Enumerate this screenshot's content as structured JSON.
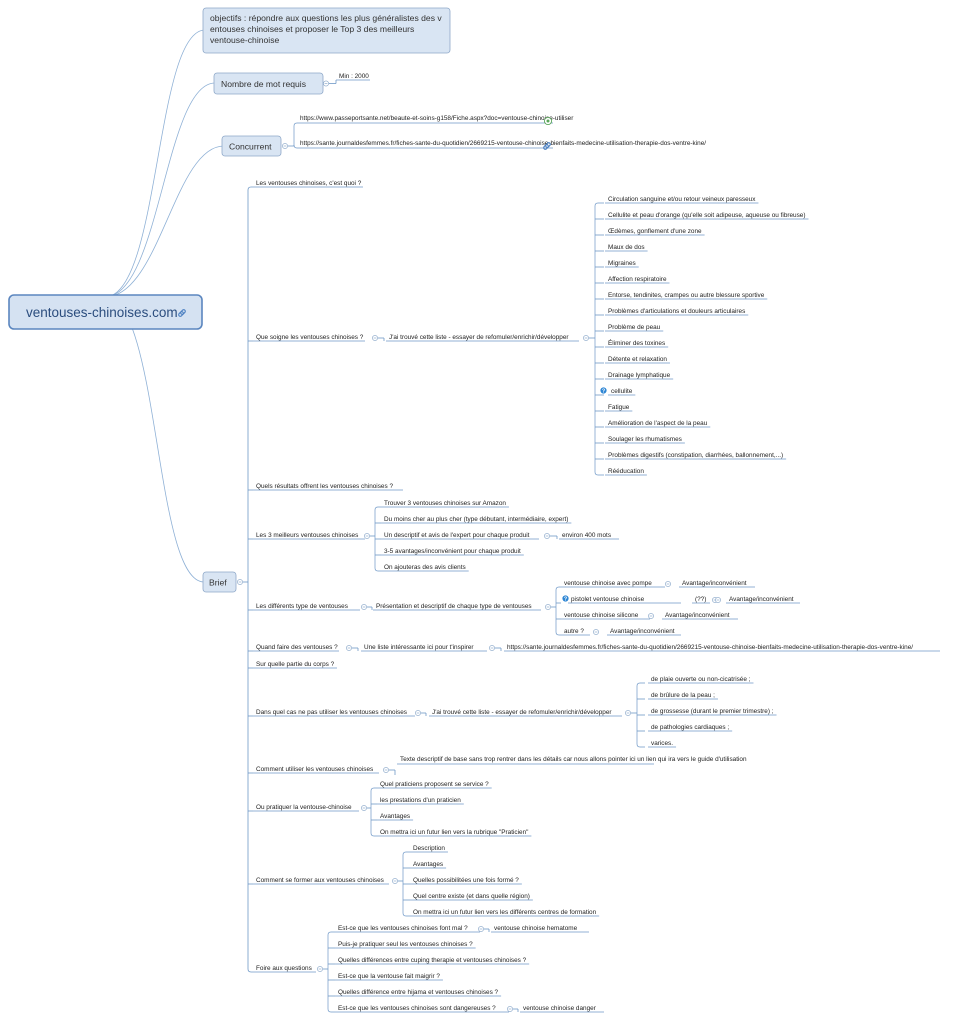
{
  "root": {
    "title": "ventouses-chinoises.com",
    "link_icon": "link-icon"
  },
  "objectifs": "objectifs : répondre aux questions les plus généralistes des ventouses chinoises et proposer le Top 3 des meilleurs ventouse-chinoise",
  "nombre_mots": {
    "label": "Nombre de mot requis",
    "value": "Min : 2000"
  },
  "concurrent": {
    "label": "Concurrent",
    "urls": [
      "https://www.passeportsante.net/beaute-et-soins-g158/Fiche.aspx?doc=ventouse-chinoise-utiliser",
      "https://sante.journaldesfemmes.fr/fiches-sante-du-quotidien/2669215-ventouse-chinoise-bienfaits-medecine-utilisation-therapie-dos-ventre-kine/"
    ]
  },
  "brief": {
    "label": "Brief",
    "items": {
      "quoi": "Les ventouses chinoises, c'est quoi ?",
      "soigne": "Que soigne les ventouses chinoises ?",
      "soigne_note": "J'ai trouvé cette liste - essayer de refomuler/enrichir/développer",
      "soigne_list": [
        "Circulation sanguine et/ou retour veineux paresseux",
        "Cellulite et peau d'orange (qu'elle soit adipeuse, aqueuse ou fibreuse)",
        "Œdèmes, gonflement d'une zone",
        "Maux de dos",
        "Migraines",
        "Affection respiratoire",
        "Entorse, tendinites, crampes ou autre blessure sportive",
        "Problèmes d'articulations et douleurs articulaires",
        "Problème de peau",
        "Éliminer des toxines",
        "Détente et relaxation",
        "Drainage lymphatique",
        "cellulite",
        "Fatigue",
        "Amélioration de l'aspect de la peau",
        "Soulager les rhumatismes",
        "Problèmes digestifs (constipation, diarrhées, ballonnement,...)",
        "Rééducation"
      ],
      "resultats": "Quels résultats offrent les ventouses chinoises ?",
      "meilleurs": "Les 3 meilleurs ventouses chinoises",
      "meilleurs_list": [
        "Trouver 3 ventouses chinoises sur Amazon",
        "Du moins cher au plus cher (type débutant, intermédiaire, expert)",
        "Un descriptif et avis de l'expert pour chaque produit",
        "3-5 avantages/inconvénient pour chaque produit",
        "On ajouteras des avis clients"
      ],
      "meilleurs_words": "environ 400 mots",
      "types": "Les différents type de ventouses",
      "types_note": "Présentation et descriptif de chaque type de ventouses",
      "types_list": [
        "ventouse chinoise avec pompe",
        "pistolet ventouse chinoise",
        "ventouse chinoise silicone",
        "autre ?"
      ],
      "types_qq": "(??)",
      "avantage": "Avantage/inconvénient",
      "quand": "Quand faire des ventouses ?",
      "quand_note": "Une liste intéressante ici pour t'inspirer",
      "quand_url": "https://sante.journaldesfemmes.fr/fiches-sante-du-quotidien/2669215-ventouse-chinoise-bienfaits-medecine-utilisation-therapie-dos-ventre-kine/",
      "corps": "Sur quelle partie du corps ?",
      "pas": "Dans quel cas ne pas utiliser les ventouses chinoises",
      "pas_note": "J'ai trouvé cette liste - essayer de refomuler/enrichir/développer",
      "pas_list": [
        "de plaie ouverte ou non-cicatrisée ;",
        "de brûlure de la peau ;",
        "de grossesse (durant le premier trimestre) ;",
        "de pathologies cardiaques ;",
        "varices."
      ],
      "utiliser": "Comment utiliser les ventouses chinoises",
      "utiliser_note": "Texte descriptif de base sans trop rentrer dans les détails car nous allons pointer ici un lien qui ira vers le guide d'utilisation",
      "pratiquer": "Ou pratiquer la ventouse-chinoise",
      "pratiquer_list": [
        "Quel praticiens proposent se service ?",
        "les prestations d'un praticien",
        "Avantages",
        "On mettra ici un futur lien vers la rubrique \"Praticien\""
      ],
      "former": "Comment se former aux ventouses chinoises",
      "former_list": [
        "Description",
        "Avantages",
        "Quelles possibilitées une fois formé ?",
        "Quel centre existe (et dans quelle région)",
        "On mettra ici un futur lien vers les différents centres de formation"
      ],
      "faq": "Foire aux questions",
      "faq_list": [
        "Est-ce que les ventouses chinoises font mal ?",
        "Puis-je pratiquer seul les ventouses chinoises ?",
        "Quelles différences entre cuping therapie et ventouses chinoises ?",
        "Est-ce que la ventouse fait maigrir ?",
        "Quelles différence entre hijama et ventouses chinoises ?",
        "Est-ce que les ventouses chinoises sont dangereuses ?"
      ],
      "faq_hematome": "ventouse chinoise hematome",
      "faq_danger": "ventouse chinoise danger"
    }
  }
}
